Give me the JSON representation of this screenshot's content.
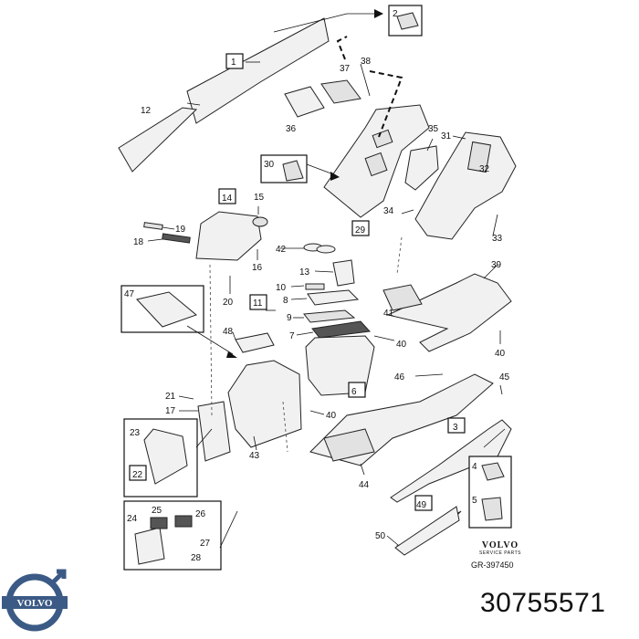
{
  "callouts": {
    "c1": "1",
    "c2": "2",
    "c3": "3",
    "c4": "4",
    "c5": "5",
    "c6": "6",
    "c7": "7",
    "c8": "8",
    "c9": "9",
    "c10": "10",
    "c11": "11",
    "c12": "12",
    "c13": "13",
    "c14": "14",
    "c15": "15",
    "c16": "16",
    "c17": "17",
    "c18": "18",
    "c19": "19",
    "c20": "20",
    "c21": "21",
    "c22": "22",
    "c23": "23",
    "c24": "24",
    "c25": "25",
    "c26": "26",
    "c27": "27",
    "c28": "28",
    "c29": "29",
    "c30": "30",
    "c31": "31",
    "c32": "32",
    "c33": "33",
    "c34": "34",
    "c35": "35",
    "c36": "36",
    "c37": "37",
    "c38": "38",
    "c39": "39",
    "c40": "40",
    "c41": "41",
    "c42": "42",
    "c43": "43",
    "c44": "44",
    "c45": "45",
    "c46": "46",
    "c47": "47",
    "c48": "48",
    "c49": "49",
    "c50": "50"
  },
  "footer": {
    "brand_name": "VOLVO",
    "brand_sub": "SERVICE PARTS",
    "diagram_code": "GR-397450"
  },
  "logo": {
    "wordmark": "VOLVO",
    "color": "#3b5a85"
  },
  "part_number": "30755571"
}
